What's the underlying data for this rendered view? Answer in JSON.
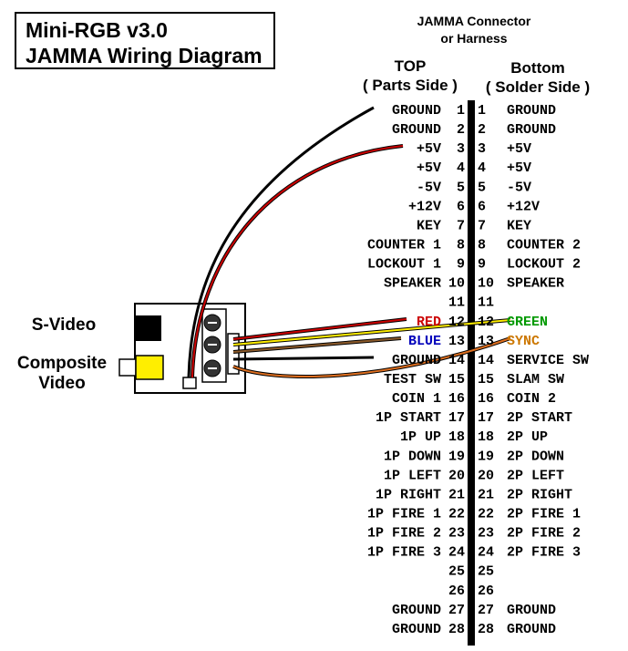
{
  "title": {
    "line1": "Mini-RGB v3.0",
    "line2": "JAMMA Wiring Diagram"
  },
  "connector_header": {
    "line1": "JAMMA Connector",
    "line2": "or Harness"
  },
  "top_header": {
    "line1": "TOP",
    "line2": "( Parts Side )"
  },
  "bottom_header": {
    "line1": "Bottom",
    "line2": "( Solder Side )"
  },
  "labels": {
    "svideo": "S-Video",
    "composite_line1": "Composite",
    "composite_line2": "Video"
  },
  "colors": {
    "red": "#cc0000",
    "green": "#009900",
    "blue": "#0000bb",
    "sync": "#cc7700",
    "yellow": "#ffee00",
    "brown": "#8b5a2b",
    "orange": "#e07020",
    "black": "#000000"
  },
  "pins_top": [
    "GROUND",
    "GROUND",
    "+5V",
    "+5V",
    "-5V",
    "+12V",
    "KEY",
    "COUNTER 1",
    "LOCKOUT 1",
    "SPEAKER",
    "",
    "RED",
    "BLUE",
    "GROUND",
    "TEST SW",
    "COIN 1",
    "1P START",
    "1P UP",
    "1P DOWN",
    "1P LEFT",
    "1P RIGHT",
    "1P FIRE 1",
    "1P FIRE 2",
    "1P FIRE 3",
    "",
    "",
    "GROUND",
    "GROUND"
  ],
  "pins_bottom": [
    "GROUND",
    "GROUND",
    "+5V",
    "+5V",
    "-5V",
    "+12V",
    "KEY",
    "COUNTER 2",
    "LOCKOUT 2",
    "SPEAKER",
    "",
    "GREEN",
    "SYNC",
    "SERVICE SW",
    "SLAM SW",
    "COIN 2",
    "2P START",
    "2P UP",
    "2P DOWN",
    "2P LEFT",
    "2P RIGHT",
    "2P FIRE 1",
    "2P FIRE 2",
    "2P FIRE 3",
    "",
    "",
    "GROUND",
    "GROUND"
  ]
}
